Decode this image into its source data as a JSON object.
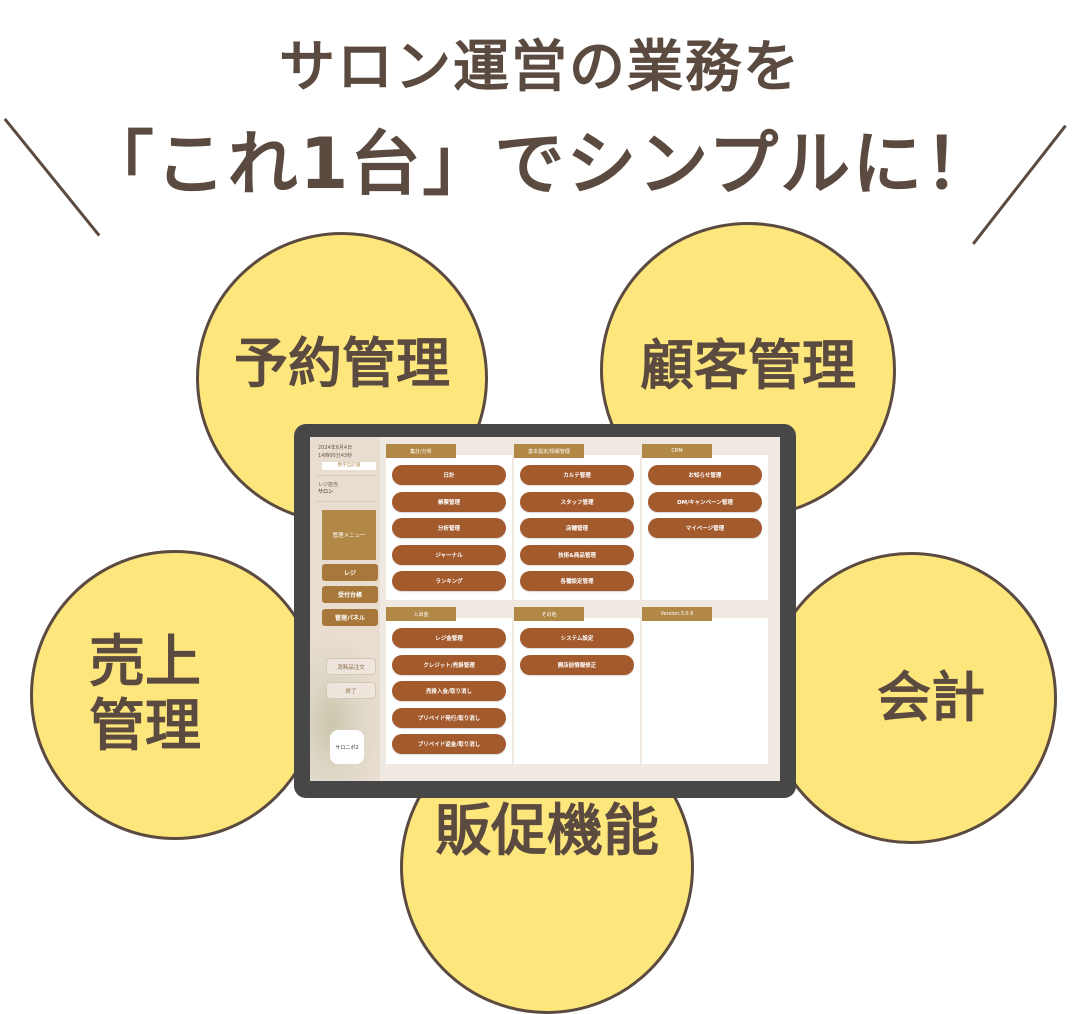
{
  "headline": {
    "line1": "サロン運営の業務を",
    "line2": "「これ1台」でシンプルに！"
  },
  "features": [
    {
      "label": "予約管理"
    },
    {
      "label": "顧客管理"
    },
    {
      "label": "売上\n管理",
      "line1": "売上",
      "line2": "管理"
    },
    {
      "label": "会計"
    },
    {
      "label": "販促機能"
    }
  ],
  "colors": {
    "circle_fill": "#fde67c",
    "outline": "#5b4a3f",
    "tablet_frame": "#474747",
    "button_brown": "#a35a2c",
    "tab_gold": "#b28847"
  },
  "tablet": {
    "sidebar": {
      "date": "2024年6月4日",
      "time": "14時00分43秒",
      "badge": "数字自店舗",
      "shop_label": "レジ担当",
      "shop_name": "サロン",
      "menu_title": "管理メニュー",
      "buttons": [
        "レジ",
        "受付台帳",
        "管理パネル"
      ],
      "secondary_buttons": [
        "消耗品注文",
        "終了"
      ],
      "logo_text": "サロニポ2"
    },
    "panels": [
      {
        "tab": "集計/分析",
        "buttons": [
          "日計",
          "帳票管理",
          "分析管理",
          "ジャーナル",
          "ランキング"
        ]
      },
      {
        "tab": "基本設定/情報管理",
        "buttons": [
          "カルテ管理",
          "スタッフ管理",
          "店舗管理",
          "技術&商品管理",
          "各種設定管理"
        ]
      },
      {
        "tab": "CRM",
        "buttons": [
          "お知らせ管理",
          "DM/キャンペーン管理",
          "マイページ管理"
        ]
      },
      {
        "tab": "入出金",
        "buttons": [
          "レジ金管理",
          "クレジット/売掛管理",
          "売掛入金/取り消し",
          "プリペイド発行/取り消し",
          "プリペイド返金/取り消し"
        ]
      },
      {
        "tab": "その他",
        "buttons": [
          "システム設定",
          "開店前情報修正"
        ]
      },
      {
        "tab": "Version:3.0.6",
        "buttons": []
      }
    ]
  }
}
